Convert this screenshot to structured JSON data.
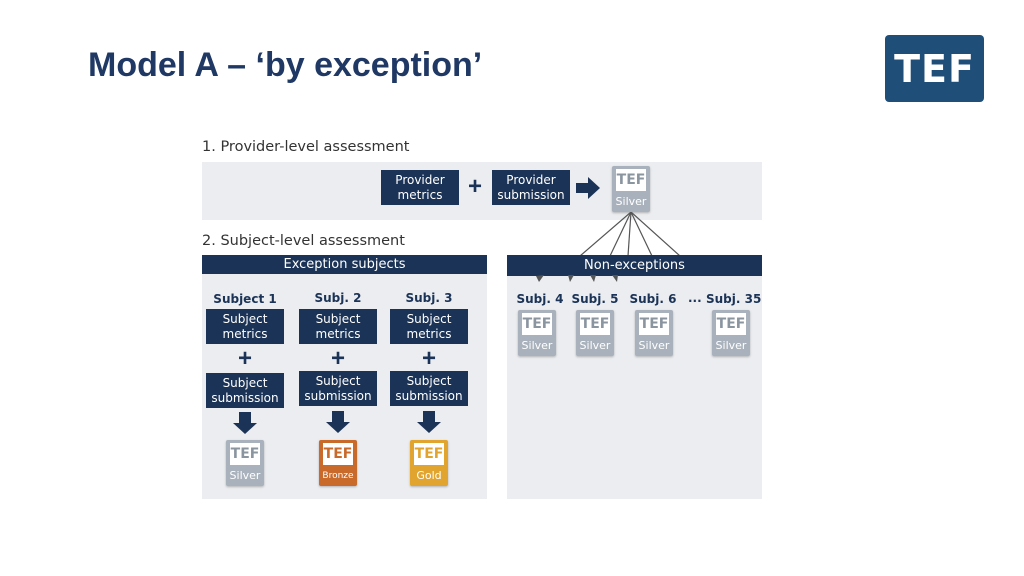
{
  "slide": {
    "title": "Model A – ‘by exception’",
    "logo_text": "TEF"
  },
  "provider_section": {
    "label": "1. Provider-level assessment",
    "metrics_line1": "Provider",
    "metrics_line2": "metrics",
    "submission_line1": "Provider",
    "submission_line2": "submission",
    "plus": "+",
    "badge_top": "TEF",
    "badge_bottom": "Silver"
  },
  "subject_section": {
    "label": "2. Subject-level assessment",
    "exception_header": "Exception subjects",
    "nonexception_header": "Non-exceptions",
    "exception_subjects": [
      {
        "name": "Subject 1",
        "metrics_line1": "Subject",
        "metrics_line2": "metrics",
        "submission_line1": "Subject",
        "submission_line2": "submission",
        "badge_top": "TEF",
        "badge_bottom": "Silver"
      },
      {
        "name": "Subj. 2",
        "metrics_line1": "Subject",
        "metrics_line2": "metrics",
        "submission_line1": "Subject",
        "submission_line2": "submission",
        "badge_top": "TEF",
        "badge_bottom": "Bronze"
      },
      {
        "name": "Subj. 3",
        "metrics_line1": "Subject",
        "metrics_line2": "metrics",
        "submission_line1": "Subject",
        "submission_line2": "submission",
        "badge_top": "TEF",
        "badge_bottom": "Gold"
      }
    ],
    "plus": "+",
    "nonexception_subjects": [
      {
        "name": "Subj. 4",
        "badge_top": "TEF",
        "badge_bottom": "Silver"
      },
      {
        "name": "Subj. 5",
        "badge_top": "TEF",
        "badge_bottom": "Silver"
      },
      {
        "name": "Subj. 6",
        "badge_top": "TEF",
        "badge_bottom": "Silver"
      },
      {
        "name": "Subj. 35",
        "badge_top": "TEF",
        "badge_bottom": "Silver"
      }
    ],
    "ellipsis": "..."
  },
  "colors": {
    "navy": "#1b3356",
    "title": "#1f3864",
    "logo": "#1f4e79",
    "silver": "#a9b2bc",
    "bronze": "#c96a2a",
    "gold": "#e1a52f",
    "panel": "#ebedf0"
  }
}
